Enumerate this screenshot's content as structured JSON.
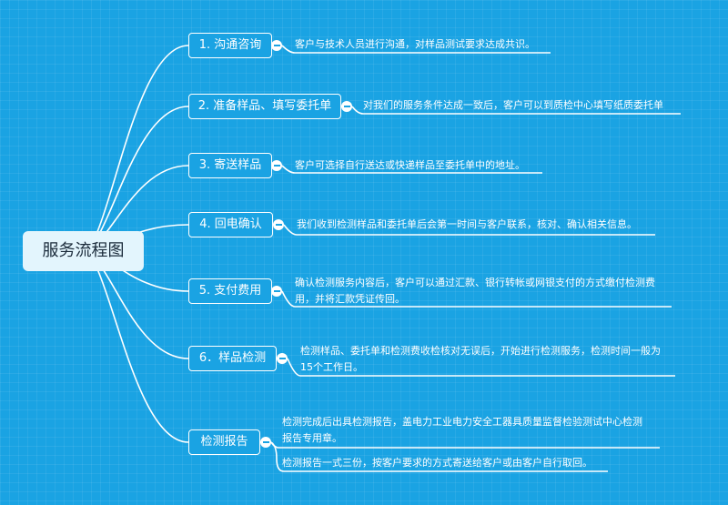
{
  "root": {
    "label": "服务流程图"
  },
  "steps": [
    {
      "label": "1. 沟通咨询",
      "desc": [
        "客户与技术人员进行沟通，对样品测试要求达成共识。"
      ]
    },
    {
      "label": "2. 准备样品、填写委托单",
      "desc": [
        "对我们的服务条件达成一致后，客户可以到质检中心填写纸质委托单"
      ]
    },
    {
      "label": "3. 寄送样品",
      "desc": [
        "客户可选择自行送达或快递样品至委托单中的地址。"
      ]
    },
    {
      "label": "4. 回电确认",
      "desc": [
        "我们收到检测样品和委托单后会第一时间与客户联系，核对、确认相关信息。"
      ]
    },
    {
      "label": "5. 支付费用",
      "desc": [
        "确认检测服务内容后，客户可以通过汇款、银行转帐或网银支付的方式缴付检测费用，并将汇款凭证传回。"
      ]
    },
    {
      "label": "6．样品检测",
      "desc": [
        "检测样品、委托单和检测费收检核对无误后，开始进行检测服务，检测时间一般为15个工作日。"
      ]
    },
    {
      "label": "检测报告",
      "desc": [
        "检测完成后出具检测报告，盖电力工业电力安全工器具质量监督检验测试中心检测报告专用章。",
        "检测报告一式三份，按客户要求的方式寄送给客户或由客户自行取回。"
      ]
    }
  ],
  "colors": {
    "background": "#1aa3e3",
    "line": "#ffffff",
    "root_fill": "#e3f5fd"
  },
  "icons": {
    "collapse": "minus-circle-icon"
  }
}
